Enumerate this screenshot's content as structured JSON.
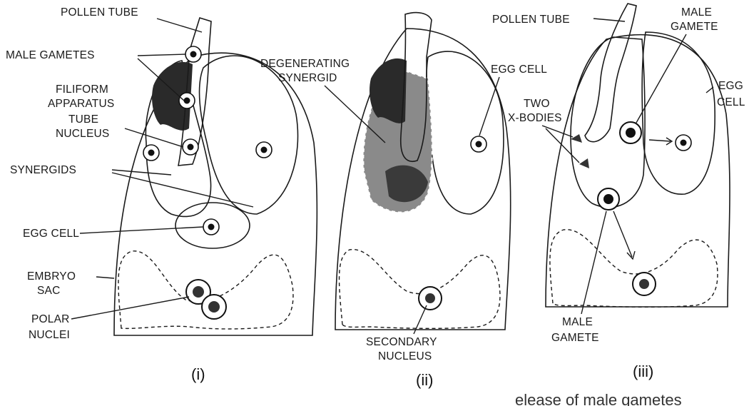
{
  "panels": [
    {
      "id": "i",
      "caption": "(i)",
      "labels": {
        "pollen_tube": "POLLEN TUBE",
        "male_gametes": "MALE GAMETES",
        "filiform_1": "FILIFORM",
        "filiform_2": "APPARATUS",
        "tube_1": "TUBE",
        "tube_2": "NUCLEUS",
        "synergids": "SYNERGIDS",
        "egg_cell": "EGG CELL",
        "embryo_1": "EMBRYO",
        "embryo_2": "SAC",
        "polar_1": "POLAR",
        "polar_2": "NUCLEI"
      }
    },
    {
      "id": "ii",
      "caption": "(ii)",
      "labels": {
        "degen_1": "DEGENERATING",
        "degen_2": "SYNERGID",
        "egg_cell": "EGG CELL",
        "secondary_1": "SECONDARY",
        "secondary_2": "NUCLEUS"
      }
    },
    {
      "id": "iii",
      "caption": "(iii)",
      "labels": {
        "pollen_tube": "POLLEN TUBE",
        "male_1": "MALE",
        "male_2": "GAMETE",
        "egg_1": "EGG",
        "egg_2": "CELL",
        "two": "TWO",
        "xbodies": "X-BODIES",
        "male_b1": "MALE",
        "male_b2": "GAMETE"
      }
    }
  ],
  "footer_caption": "elease of male gametes"
}
